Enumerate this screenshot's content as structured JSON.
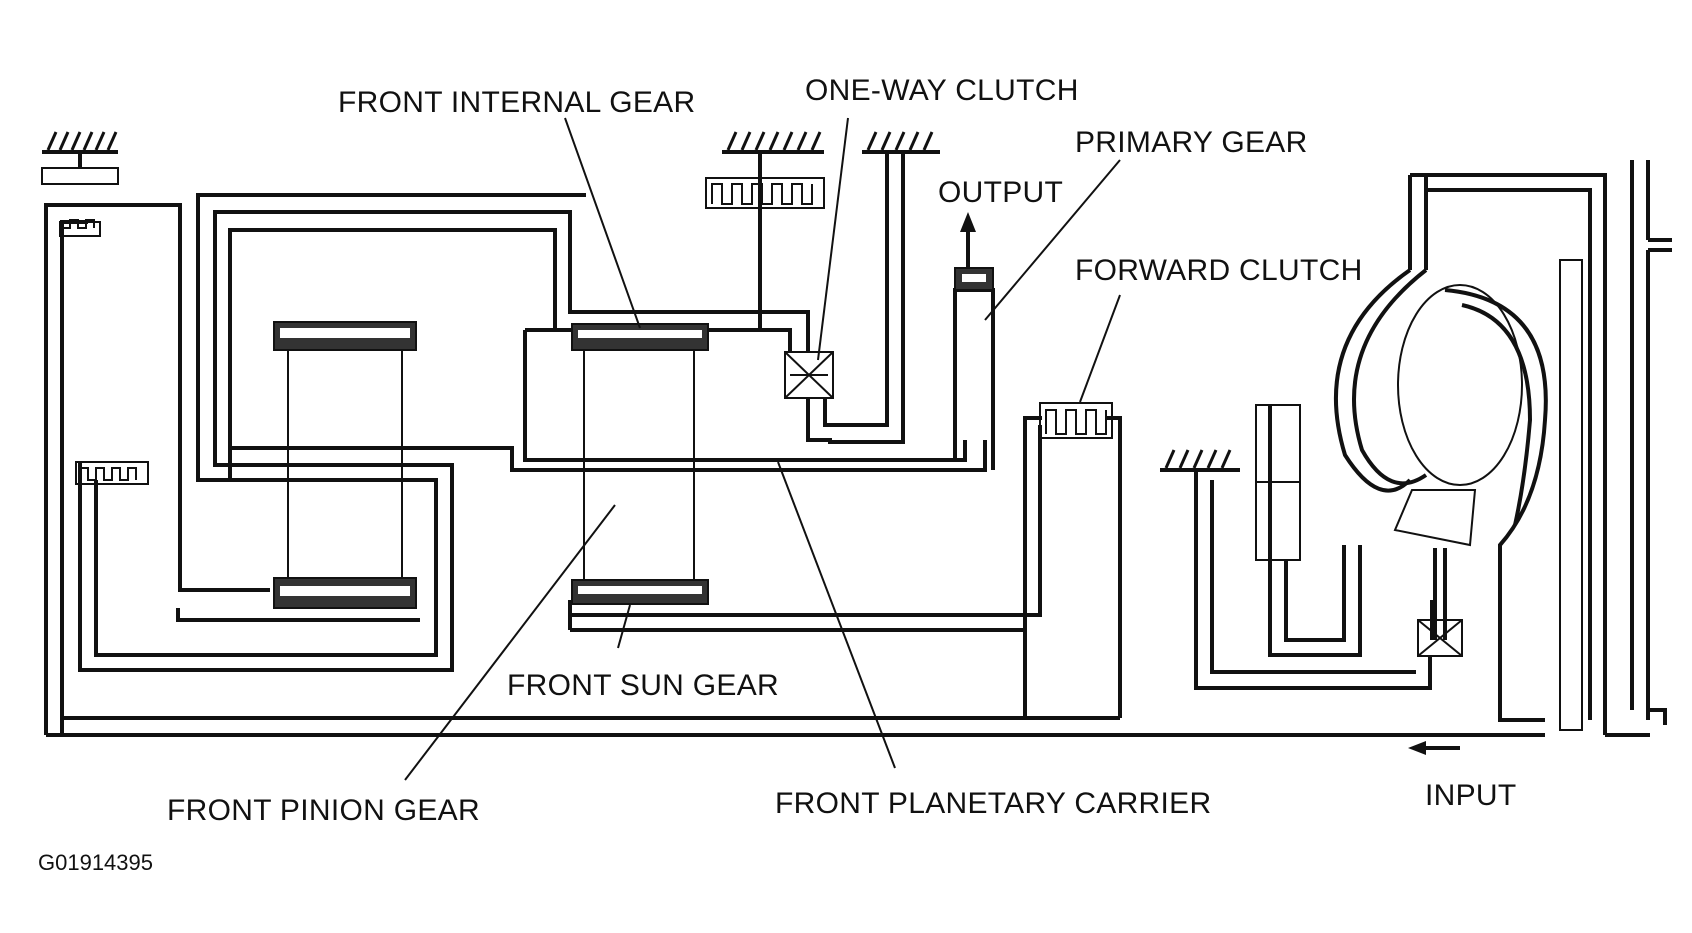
{
  "labels": {
    "front_internal_gear": "FRONT INTERNAL GEAR",
    "one_way_clutch": "ONE-WAY CLUTCH",
    "primary_gear": "PRIMARY GEAR",
    "output": "OUTPUT",
    "forward_clutch": "FORWARD CLUTCH",
    "front_sun_gear": "FRONT SUN GEAR",
    "front_pinion_gear": "FRONT PINION GEAR",
    "front_planetary_carrier": "FRONT PLANETARY CARRIER",
    "input": "INPUT"
  },
  "figure_code": "G01914395"
}
